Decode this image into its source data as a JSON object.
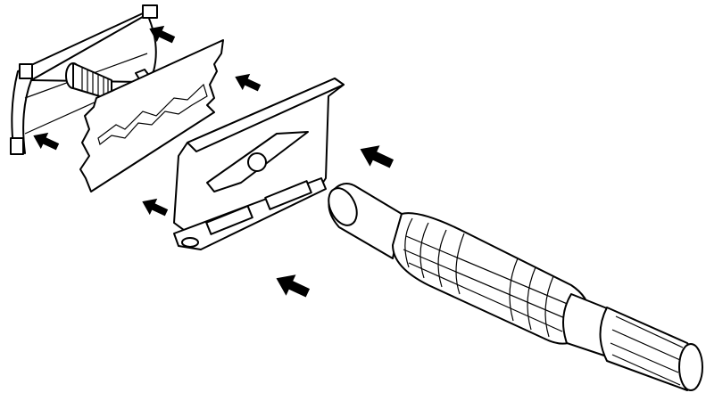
{
  "colors": {
    "line": "#000000",
    "background": "#ffffff",
    "arrow": "#000000"
  },
  "parts": [
    "top-cap",
    "blade",
    "base-plate",
    "handle"
  ],
  "arrow_count": 6
}
